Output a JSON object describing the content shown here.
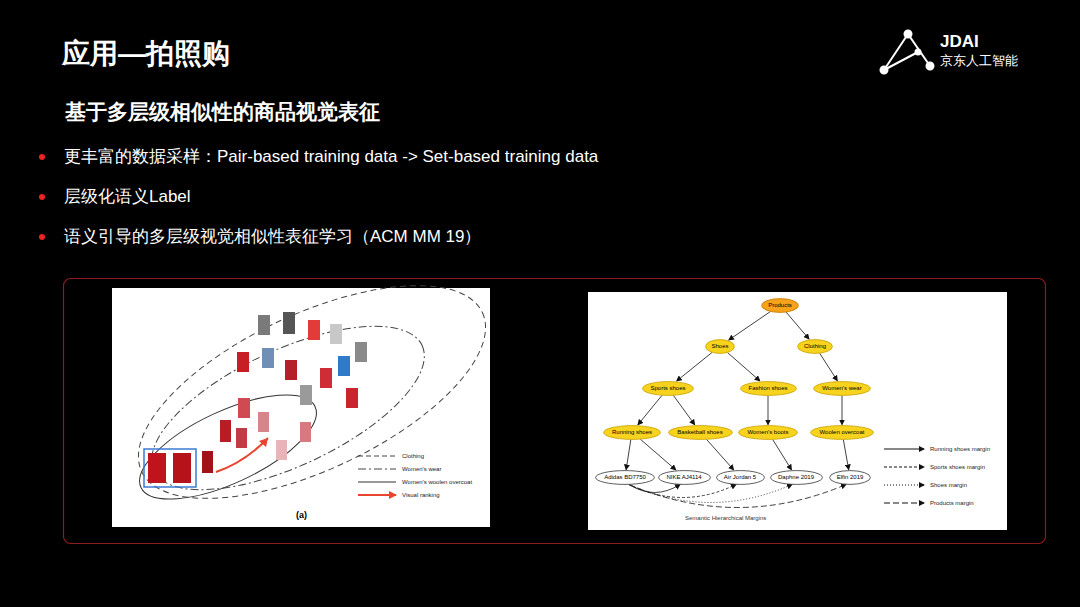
{
  "diagram": {
    "title": "应用—拍照购",
    "nodes": [
      {
        "text": [
          "Products"
        ]
      },
      {
        "text": [
          "Shoes"
        ]
      },
      {
        "text": [
          "Clothing"
        ]
      },
      {
        "text": [
          "Sports shoes"
        ]
      },
      {
        "text": [
          "Fashion shoes"
        ]
      },
      {
        "text": [
          "Women's wear"
        ]
      },
      {
        "text": [
          "Running shoes"
        ]
      },
      {
        "text": [
          "Basketball shoes"
        ]
      },
      {
        "text": [
          "Women's boots"
        ]
      },
      {
        "text": [
          "Woolen overcoat"
        ]
      },
      {
        "text": [
          "Adidas BD7750"
        ]
      },
      {
        "text": [
          "NIKE AJ4114"
        ]
      },
      {
        "text": [
          "Air Jordan 5"
        ]
      },
      {
        "text": [
          "Daphne 2019"
        ]
      },
      {
        "text": [
          "Elfin 2019"
        ]
      }
    ],
    "edges": [
      {
        "from": 0,
        "to": 1,
        "arrow": "to"
      },
      {
        "from": 0,
        "to": 2,
        "arrow": "to"
      },
      {
        "from": 1,
        "to": 3,
        "arrow": "to"
      },
      {
        "from": 1,
        "to": 4,
        "arrow": "to"
      },
      {
        "from": 2,
        "to": 5,
        "arrow": "to"
      },
      {
        "from": 3,
        "to": 6,
        "arrow": "to"
      },
      {
        "from": 3,
        "to": 7,
        "arrow": "to"
      },
      {
        "from": 4,
        "to": 8,
        "arrow": "to"
      },
      {
        "from": 5,
        "to": 9,
        "arrow": "to"
      },
      {
        "from": 6,
        "to": 10,
        "arrow": "to"
      },
      {
        "from": 6,
        "to": 11,
        "arrow": "to"
      },
      {
        "from": 7,
        "to": 12,
        "arrow": "to"
      },
      {
        "from": 8,
        "to": 13,
        "arrow": "to"
      },
      {
        "from": 9,
        "to": 14,
        "arrow": "to"
      },
      {
        "from": 10,
        "to": 11,
        "arrow": "to"
      },
      {
        "from": 10,
        "to": 12,
        "arrow": "to"
      },
      {
        "from": 10,
        "to": 13,
        "arrow": "to"
      },
      {
        "from": 10,
        "to": 14,
        "arrow": "to"
      }
    ],
    "labels": [
      "JDAI",
      "京东人工智能",
      "基于多层级相似性的商品视觉表征",
      "更丰富的数据采样：Pair-based training data -> Set-based training data",
      "层级化语义Label",
      "语义引导的多层级视觉相似性表征学习（ACM MM 19）",
      "(a)",
      "Semantic Hierarchical Margins"
    ],
    "legend": [
      {
        "text": "Clothing"
      },
      {
        "text": "Women's wear"
      },
      {
        "text": "Women's woolen overcoat"
      },
      {
        "text": "Visual ranking"
      },
      {
        "text": "Running shoes margin"
      },
      {
        "text": "Sports shoes margin"
      },
      {
        "text": "Shoes margin"
      },
      {
        "text": "Products margin"
      }
    ]
  }
}
